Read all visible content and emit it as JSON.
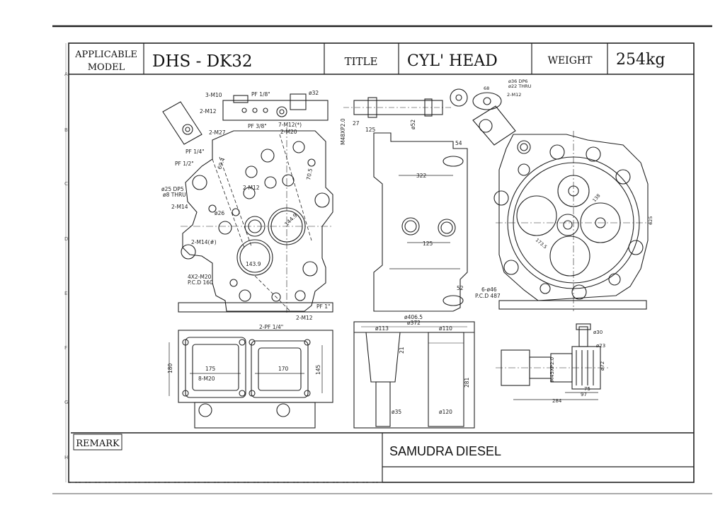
{
  "header": {
    "applicable_model_label_line1": "APPLICABLE",
    "applicable_model_label_line2": "MODEL",
    "model": "DHS - DK32",
    "title_label": "TITLE",
    "title": "CYL' HEAD",
    "weight_label": "WEIGHT",
    "weight": "254kg"
  },
  "zone_letters": [
    "A",
    "B",
    "C",
    "D",
    "E",
    "F",
    "G",
    "H"
  ],
  "footer": {
    "remark_label": "REMARK",
    "company": "SAMUDRA DIESEL"
  },
  "drawing_labels": {
    "front_view": {
      "m10": "3-M10",
      "pf18": "PF 1/8\"",
      "d32": "ø32",
      "m12_top": "2-M12",
      "pf38": "PF 3/8\"",
      "m12_star": "7-M12(*)",
      "m27": "2-M27",
      "m20_top": "2-M20",
      "pf14": "PF 1/4\"",
      "pf12": "PF 1/2\"",
      "dp25": "ø25 DP5",
      "thru8": "ø8 THRU",
      "m14": "2-M14",
      "d26": "ø26",
      "m14_hash": "2-M14(#)",
      "m12_mid": "2-M12",
      "m20_pcd_1": "4X2-M20",
      "m20_pcd_2": "P.C.D 160",
      "pf1": "PF 1\"",
      "m12_bot": "2-M12",
      "d144": "144.9",
      "d143": "143.9",
      "d69": "69.4",
      "d70": "70.5"
    },
    "side_view": {
      "m48": "M48XP2.0",
      "d27": "27",
      "d125_top": "125",
      "d52_top": "ø52",
      "d54": "54",
      "d322": "322",
      "d125": "125",
      "d52": "52"
    },
    "bottom_view": {
      "dp6": "ø36 DP6",
      "thru22": "ø22 THRU",
      "m12": "2-M12",
      "d68": "68",
      "hole46_1": "6-ø46",
      "hole46_2": "P.C.D 487",
      "d625": "625",
      "d173": "173.5",
      "d138": "138"
    },
    "top_view": {
      "pf14": "2-PF 1/4\"",
      "d180": "180",
      "d175": "175",
      "m20": "8-M20",
      "d170": "170",
      "d145": "145"
    },
    "section_view": {
      "d4065": "ø406.5",
      "d372": "ø372",
      "d113": "ø113",
      "d110": "ø110",
      "d21": "21",
      "d35": "ø35",
      "d120": "ø120",
      "d281": "281"
    },
    "valve_view": {
      "d30": "ø30",
      "d23": "ø23",
      "d72": "ø72",
      "m45": "M45XP2.0",
      "d75": "75",
      "d97": "97",
      "d284": "284"
    }
  }
}
